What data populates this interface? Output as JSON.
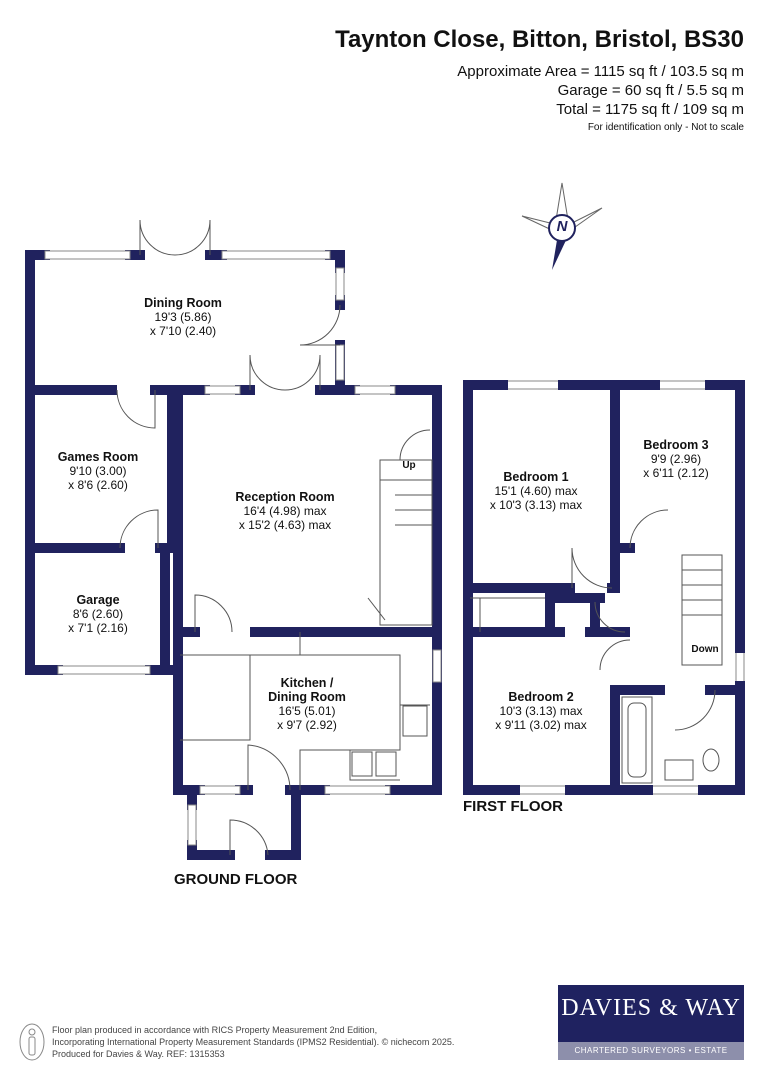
{
  "header": {
    "title": "Taynton Close, Bitton, Bristol, BS30",
    "area_line": "Approximate Area = 1115 sq ft / 103.5 sq m",
    "garage_line": "Garage = 60 sq ft / 5.5 sq m",
    "total_line": "Total = 1175 sq ft / 109 sq m",
    "note": "For identification only - Not to scale"
  },
  "compass": {
    "label": "N"
  },
  "colors": {
    "wall": "#20225e",
    "brand": "#1f2260"
  },
  "ground_floor": {
    "label": "GROUND FLOOR",
    "rooms": [
      {
        "name": "Dining Room",
        "dim1": "19'3 (5.86)",
        "dim2": "x 7'10 (2.40)"
      },
      {
        "name": "Games Room",
        "dim1": "9'10 (3.00)",
        "dim2": "x 8'6 (2.60)"
      },
      {
        "name": "Reception Room",
        "dim1": "16'4 (4.98) max",
        "dim2": "x 15'2 (4.63) max"
      },
      {
        "name": "Garage",
        "dim1": "8'6 (2.60)",
        "dim2": "x 7'1 (2.16)"
      },
      {
        "name": "Kitchen /",
        "name2": "Dining Room",
        "dim1": "16'5 (5.01)",
        "dim2": "x 9'7 (2.92)"
      }
    ],
    "stairs_label": "Up"
  },
  "first_floor": {
    "label": "FIRST FLOOR",
    "rooms": [
      {
        "name": "Bedroom 1",
        "dim1": "15'1 (4.60) max",
        "dim2": "x 10'3 (3.13) max"
      },
      {
        "name": "Bedroom 3",
        "dim1": "9'9 (2.96)",
        "dim2": "x 6'11 (2.12)"
      },
      {
        "name": "Bedroom 2",
        "dim1": "10'3 (3.13) max",
        "dim2": "x 9'11 (3.02) max"
      }
    ],
    "stairs_label": "Down"
  },
  "footer": {
    "line1": "Floor plan produced in accordance with RICS Property Measurement 2nd Edition,",
    "line2": "Incorporating International Property Measurement Standards (IPMS2 Residential).   © nichecom 2025.",
    "line3": "Produced for Davies & Way.   REF:  1315353"
  },
  "logo": {
    "name": "DAVIES & WAY",
    "tagline": "CHARTERED SURVEYORS • ESTATE AGENTS"
  }
}
